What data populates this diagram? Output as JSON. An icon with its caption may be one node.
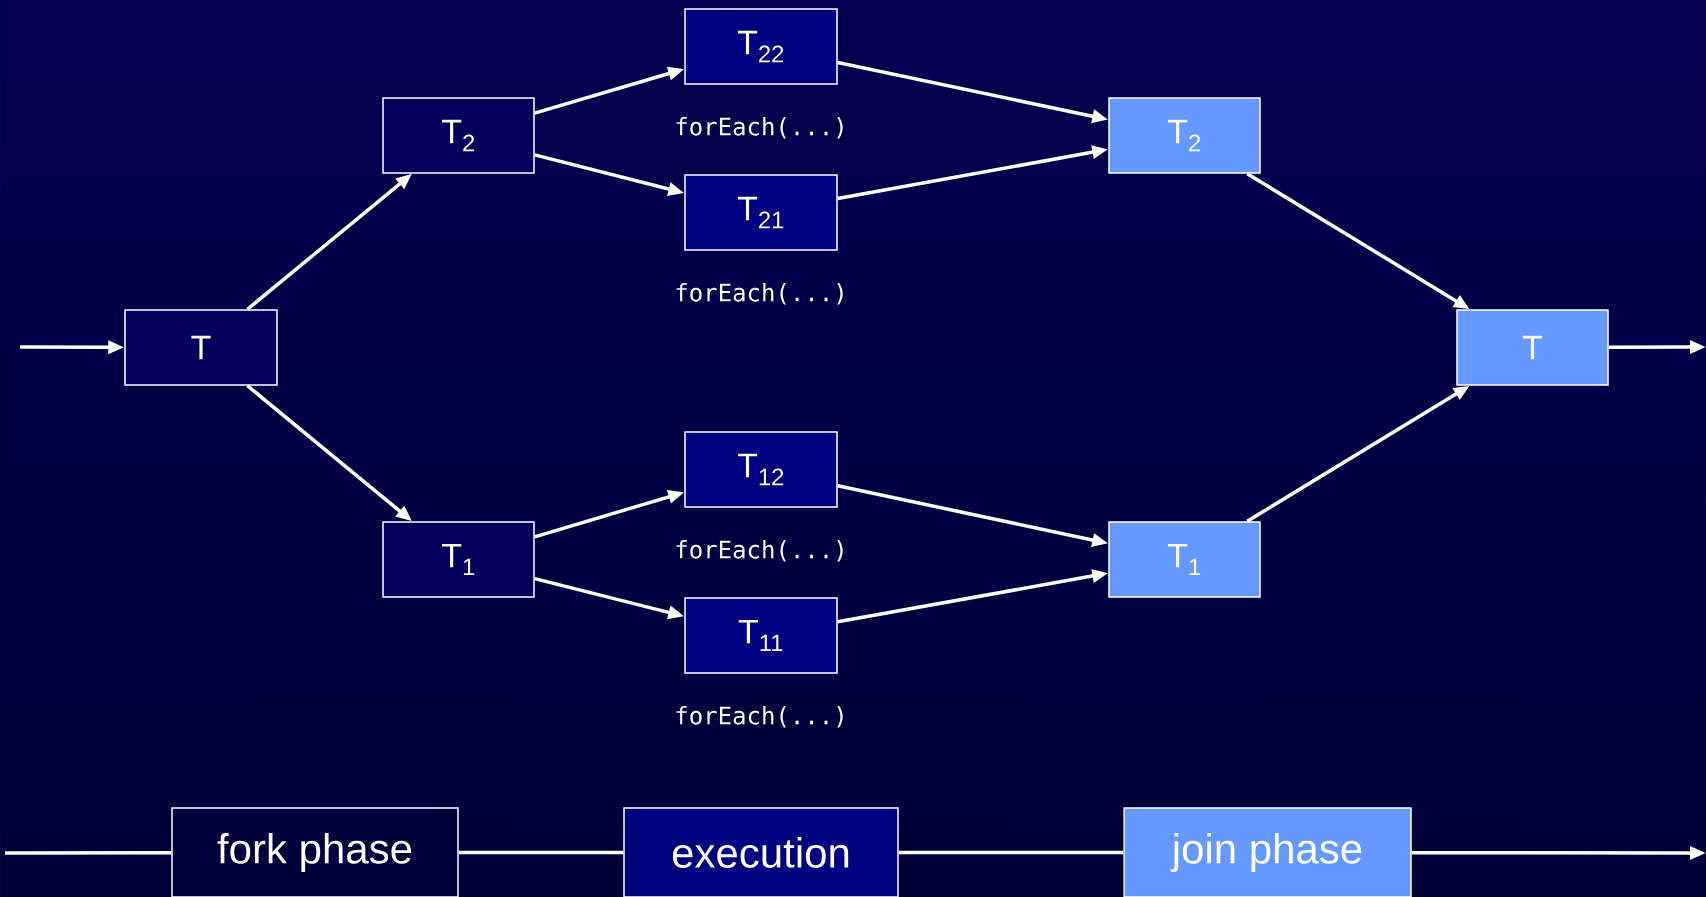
{
  "diagram": {
    "nodes": [
      {
        "text": [
          "T"
        ]
      },
      {
        "text": [
          "T$_{2}$"
        ]
      },
      {
        "text": [
          "T$_{1}$"
        ]
      },
      {
        "text": [
          "T$_{22}$"
        ],
        "beside": [
          "forEach(...)"
        ]
      },
      {
        "text": [
          "T$_{21}$"
        ],
        "beside": [
          "forEach(...)"
        ]
      },
      {
        "text": [
          "T$_{12}$"
        ],
        "beside": [
          "forEach(...)"
        ]
      },
      {
        "text": [
          "T$_{11}$"
        ],
        "beside": [
          "forEach(...)"
        ]
      },
      {
        "text": [
          "T$_{2}$"
        ]
      },
      {
        "text": [
          "T$_{1}$"
        ]
      },
      {
        "text": [
          "T"
        ]
      },
      {
        "text": [
          "fork phase"
        ]
      },
      {
        "text": [
          "execution"
        ]
      },
      {
        "text": [
          "join phase"
        ]
      }
    ],
    "edges": [
      {
        "from": null,
        "to": 0,
        "arrow": "to"
      },
      {
        "from": 0,
        "to": 1,
        "arrow": "to"
      },
      {
        "from": 0,
        "to": 2,
        "arrow": "to"
      },
      {
        "from": 1,
        "to": 3,
        "arrow": "to"
      },
      {
        "from": 1,
        "to": 4,
        "arrow": "to"
      },
      {
        "from": 2,
        "to": 5,
        "arrow": "to"
      },
      {
        "from": 2,
        "to": 6,
        "arrow": "to"
      },
      {
        "from": 3,
        "to": 7,
        "arrow": "to"
      },
      {
        "from": 4,
        "to": 7,
        "arrow": "to"
      },
      {
        "from": 5,
        "to": 8,
        "arrow": "to"
      },
      {
        "from": 6,
        "to": 8,
        "arrow": "to"
      },
      {
        "from": 7,
        "to": 9,
        "arrow": "to"
      },
      {
        "from": 8,
        "to": 9,
        "arrow": "to"
      },
      {
        "from": 9,
        "to": null,
        "arrow": "to"
      },
      {
        "from": null,
        "to": 10,
        "arrow": "none"
      },
      {
        "from": 10,
        "to": 11,
        "arrow": "none"
      },
      {
        "from": 11,
        "to": 12,
        "arrow": "none"
      },
      {
        "from": 12,
        "to": null,
        "arrow": "to"
      }
    ]
  }
}
